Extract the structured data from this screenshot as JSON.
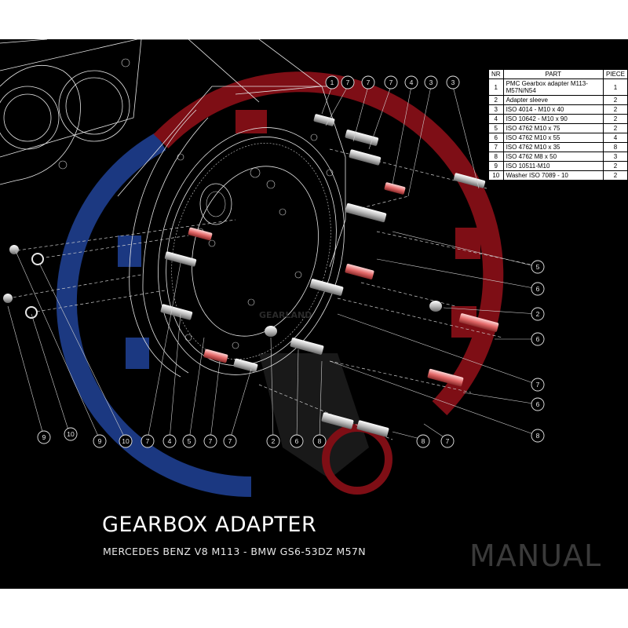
{
  "title": "GEARBOX ADAPTER",
  "subtitle": "MERCEDES BENZ V8 M113 - BMW GS6-53DZ M57N",
  "badge": "MANUAL",
  "watermark": "GEARLAND",
  "colors": {
    "background": "#000000",
    "logo_red": "#b0121c",
    "logo_blue": "#1f3f8f",
    "line": "#e6e6e6",
    "bolt_highlight": "#e05a5a"
  },
  "parts_table": {
    "headers": [
      "NR",
      "PART",
      "PIECE"
    ],
    "rows": [
      {
        "nr": "1",
        "part": "PMC Gearbox adapter M113-M57N/N54",
        "piece": "1"
      },
      {
        "nr": "2",
        "part": "Adapter sleeve",
        "piece": "2"
      },
      {
        "nr": "3",
        "part": "ISO 4014 - M10 x 40",
        "piece": "2"
      },
      {
        "nr": "4",
        "part": "ISO 10642 - M10 x 90",
        "piece": "2"
      },
      {
        "nr": "5",
        "part": "ISO 4762 M10 x 75",
        "piece": "2"
      },
      {
        "nr": "6",
        "part": "ISO 4762 M10 x 55",
        "piece": "4"
      },
      {
        "nr": "7",
        "part": "ISO 4762 M10 x 35",
        "piece": "8"
      },
      {
        "nr": "8",
        "part": "ISO 4762 M8 x 50",
        "piece": "3"
      },
      {
        "nr": "9",
        "part": "ISO 10511-M10",
        "piece": "2"
      },
      {
        "nr": "10",
        "part": "Washer ISO 7089 - 10",
        "piece": "2"
      }
    ]
  },
  "callouts": {
    "top": [
      "1",
      "7",
      "7",
      "7",
      "4",
      "3",
      "3"
    ],
    "right": [
      "5",
      "6",
      "2",
      "6",
      "7",
      "6",
      "8"
    ],
    "bottom": [
      "9",
      "10",
      "9",
      "10",
      "7",
      "4",
      "5",
      "7",
      "7",
      "2",
      "6",
      "8",
      "8",
      "7"
    ]
  }
}
